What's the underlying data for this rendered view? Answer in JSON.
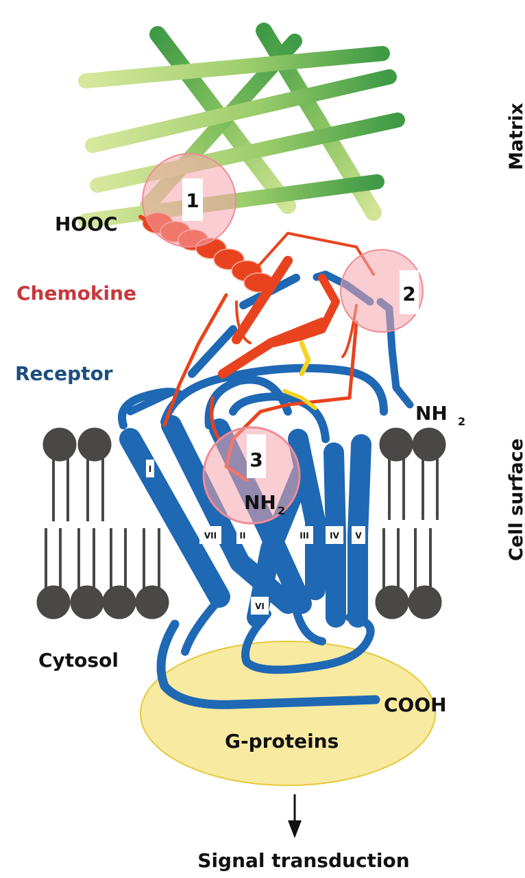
{
  "colors": {
    "matrix_dark": "#3f9a45",
    "matrix_mid": "#7dbb57",
    "matrix_light": "#c9df8f",
    "chemokine": "#e8431e",
    "chemokine_label": "#c8383d",
    "receptor": "#1f68b4",
    "receptor_label": "#1b4f7f",
    "lipid": "#4a4747",
    "gprotein": "#f7e68f",
    "gprotein_border": "#e6c83a",
    "disulfide": "#f5d323",
    "site_highlight": "#f4a4ab",
    "text": "#111111"
  },
  "labels": {
    "matrix": "Matrix",
    "cell_surface": "Cell surface",
    "hooc": "HOOC",
    "chemokine": "Chemokine",
    "receptor": "Receptor",
    "nh2_right_main": "NH",
    "nh2_right_sub": "2",
    "nh2_center_main": "NH",
    "nh2_center_sub": "2",
    "cytosol": "Cytosol",
    "cooh": "COOH",
    "g_proteins": "G-proteins",
    "signal_transduction": "Signal transduction"
  },
  "binding_sites": [
    {
      "number": "1"
    },
    {
      "number": "2"
    },
    {
      "number": "3"
    }
  ],
  "helices": [
    {
      "label": "I"
    },
    {
      "label": "II"
    },
    {
      "label": "III"
    },
    {
      "label": "IV"
    },
    {
      "label": "V"
    },
    {
      "label": "VI"
    },
    {
      "label": "VII"
    }
  ]
}
